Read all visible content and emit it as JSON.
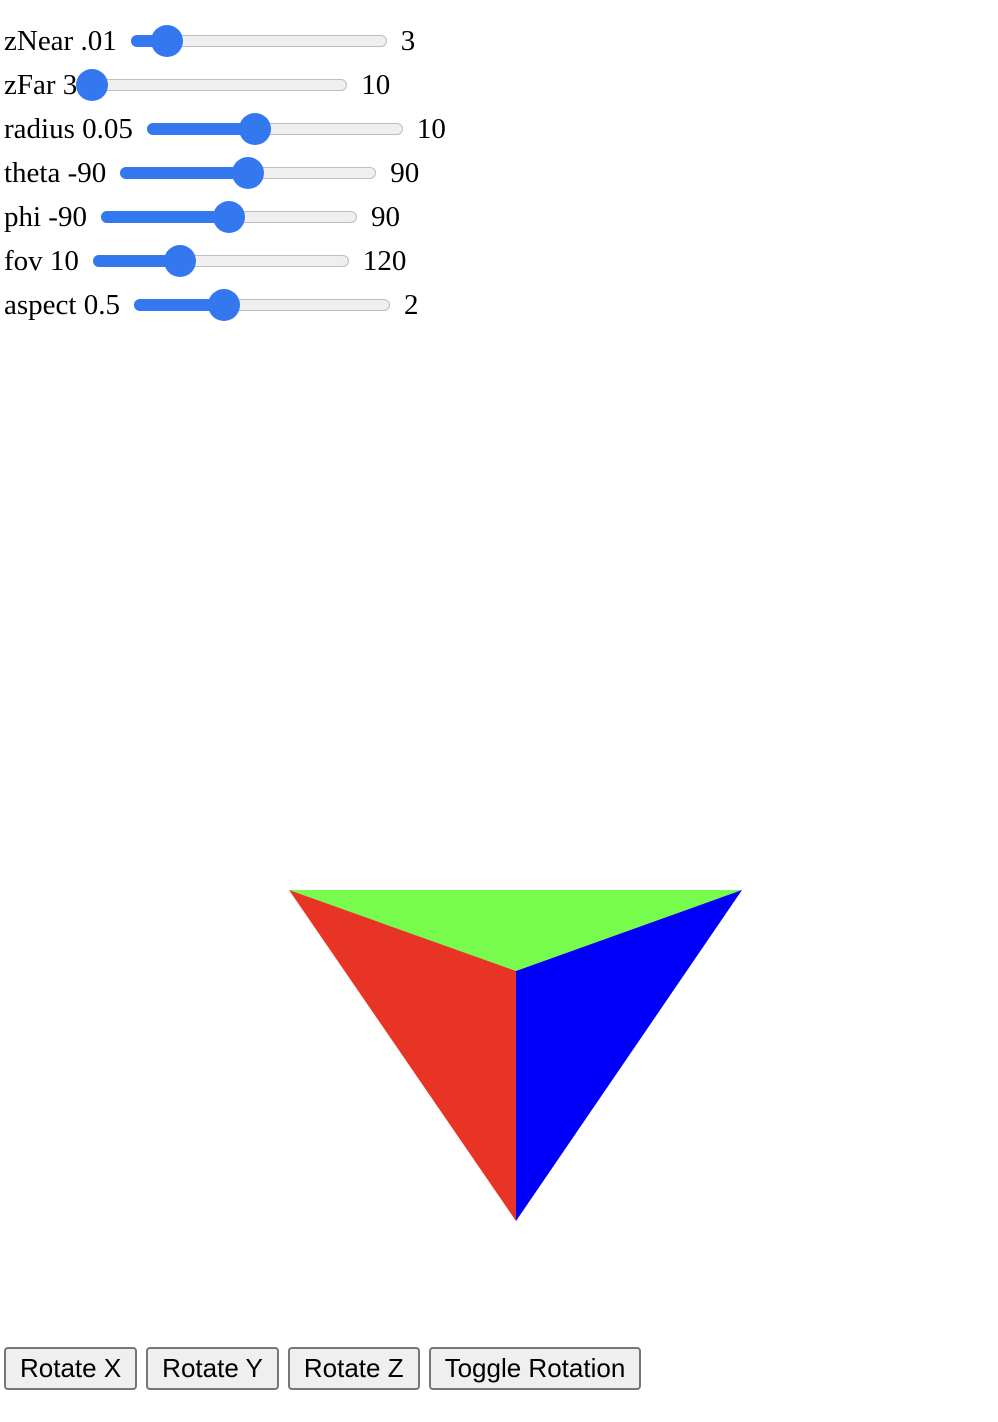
{
  "sliders": [
    {
      "label": "zNear .01",
      "max_label": "3",
      "fraction": 0.14
    },
    {
      "label": "zFar 3",
      "max_label": "10",
      "fraction": 0.0
    },
    {
      "label": "radius 0.05",
      "max_label": "10",
      "fraction": 0.42
    },
    {
      "label": "theta -90",
      "max_label": "90",
      "fraction": 0.5
    },
    {
      "label": "phi -90",
      "max_label": "90",
      "fraction": 0.5
    },
    {
      "label": "fov 10",
      "max_label": "120",
      "fraction": 0.34
    },
    {
      "label": "aspect 0.5",
      "max_label": "2",
      "fraction": 0.35
    }
  ],
  "buttons": {
    "rotate_x": "Rotate X",
    "rotate_y": "Rotate Y",
    "rotate_z": "Rotate Z",
    "toggle_rotation": "Toggle Rotation"
  },
  "colors": {
    "slider_accent": "#3478f0",
    "face_left": "#e83424",
    "face_right": "#0000fa",
    "face_top": "#77fb4d"
  }
}
